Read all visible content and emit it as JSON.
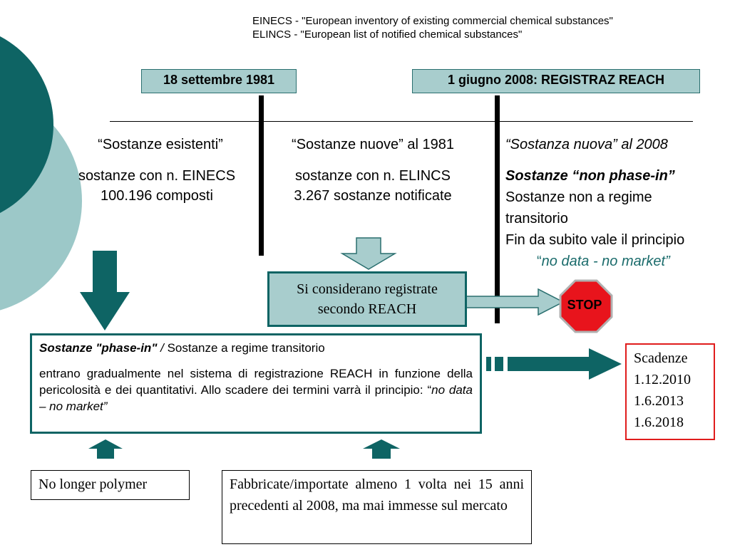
{
  "definitions": {
    "einecs": "EINECS - \"European inventory of existing commercial chemical substances\"",
    "elincs": "ELINCS - \"European list of notified chemical substances\""
  },
  "timeline": {
    "date1": "18 settembre 1981",
    "date2": "1 giugno 2008: REGISTRAZ REACH"
  },
  "existing": {
    "title": "“Sostanze esistenti”",
    "line1": "sostanze con n. EINECS",
    "line2": "100.196 composti"
  },
  "new1981": {
    "title": "“Sostanze nuove” al 1981",
    "line1": "sostanze con n. ELINCS",
    "line2": "3.267 sostanze notificate"
  },
  "new2008": {
    "title": "“Sostanza nuova” al 2008",
    "subtitle": "Sostanze “non phase-in”",
    "line1": "Sostanze non a regime",
    "line2": "transitorio",
    "line3": "Fin da subito vale il principio",
    "quote_open": "“",
    "quote": "no data - no market”"
  },
  "registered": {
    "line1": "Si considerano registrate",
    "line2": "secondo REACH"
  },
  "stop": {
    "label": "STOP"
  },
  "phase_in": {
    "title": "Sostanze \"phase-in\"",
    "slash": " / ",
    "subtitle": "Sostanze a regime transitorio",
    "body": "entrano gradualmente nel sistema di registrazione REACH in funzione della pericolosità e dei quantitativi. Allo scadere dei termini  varrà il principio: “",
    "quote": "no data – no market”"
  },
  "deadlines": {
    "title": "Scadenze",
    "dates": [
      "1.12.2010",
      "1.6.2013",
      "1.6.2018"
    ]
  },
  "polymer": {
    "label": "No longer polymer"
  },
  "fabricated": {
    "text": "Fabbricate/importate almeno 1 volta nei 15 anni precedenti al 2008, ma mai immesse sul mercato"
  },
  "colors": {
    "dark_teal": "#0e6464",
    "light_teal": "#a8cdcd",
    "circle_light": "#9cc8c8",
    "stop_red": "#e8141c",
    "deadline_border": "#e01c1c"
  }
}
